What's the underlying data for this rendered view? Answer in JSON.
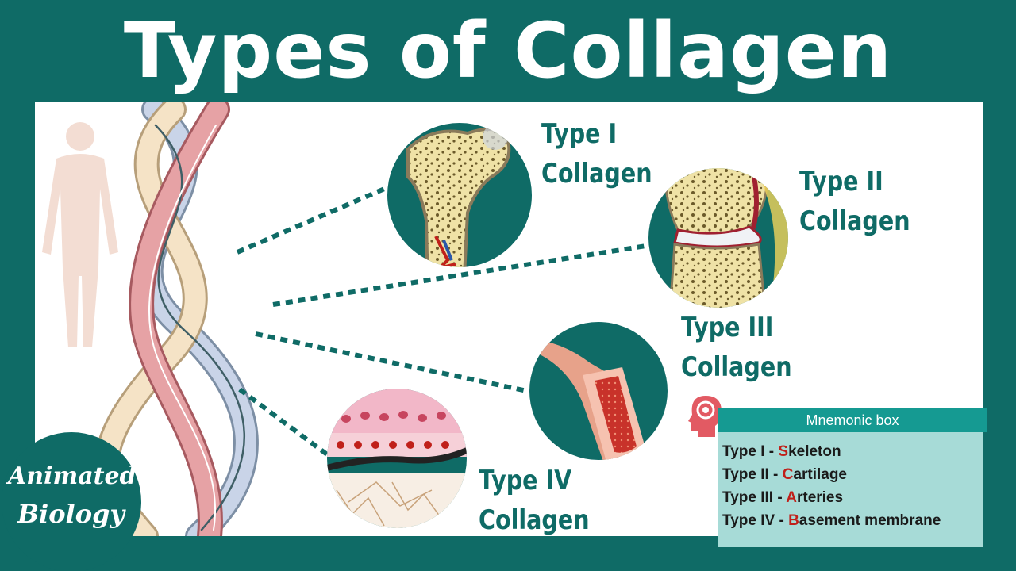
{
  "title": "Types of Collagen",
  "labels": {
    "type1": [
      "Type I",
      "Collagen"
    ],
    "type2": [
      "Type II",
      "Collagen"
    ],
    "type3": [
      "Type III",
      "Collagen"
    ],
    "type4": [
      "Type IV",
      "Collagen"
    ]
  },
  "mnemonic": {
    "header": "Mnemonic box",
    "items": [
      {
        "type": "Type I - ",
        "key": "S",
        "rest": "keleton"
      },
      {
        "type": "Type II - ",
        "key": "C",
        "rest": "artilage"
      },
      {
        "type": "Type III - ",
        "key": "A",
        "rest": "rteries"
      },
      {
        "type": "Type IV - ",
        "key": "B",
        "rest": "asement membrane"
      }
    ]
  },
  "logo": {
    "line1": "Animated",
    "line2": "Biology"
  },
  "colors": {
    "teal": "#0f6b66",
    "mnemonic_header": "#159a92",
    "mnemonic_body": "#a7dbd7",
    "mnemonic_key": "#c0201a"
  }
}
